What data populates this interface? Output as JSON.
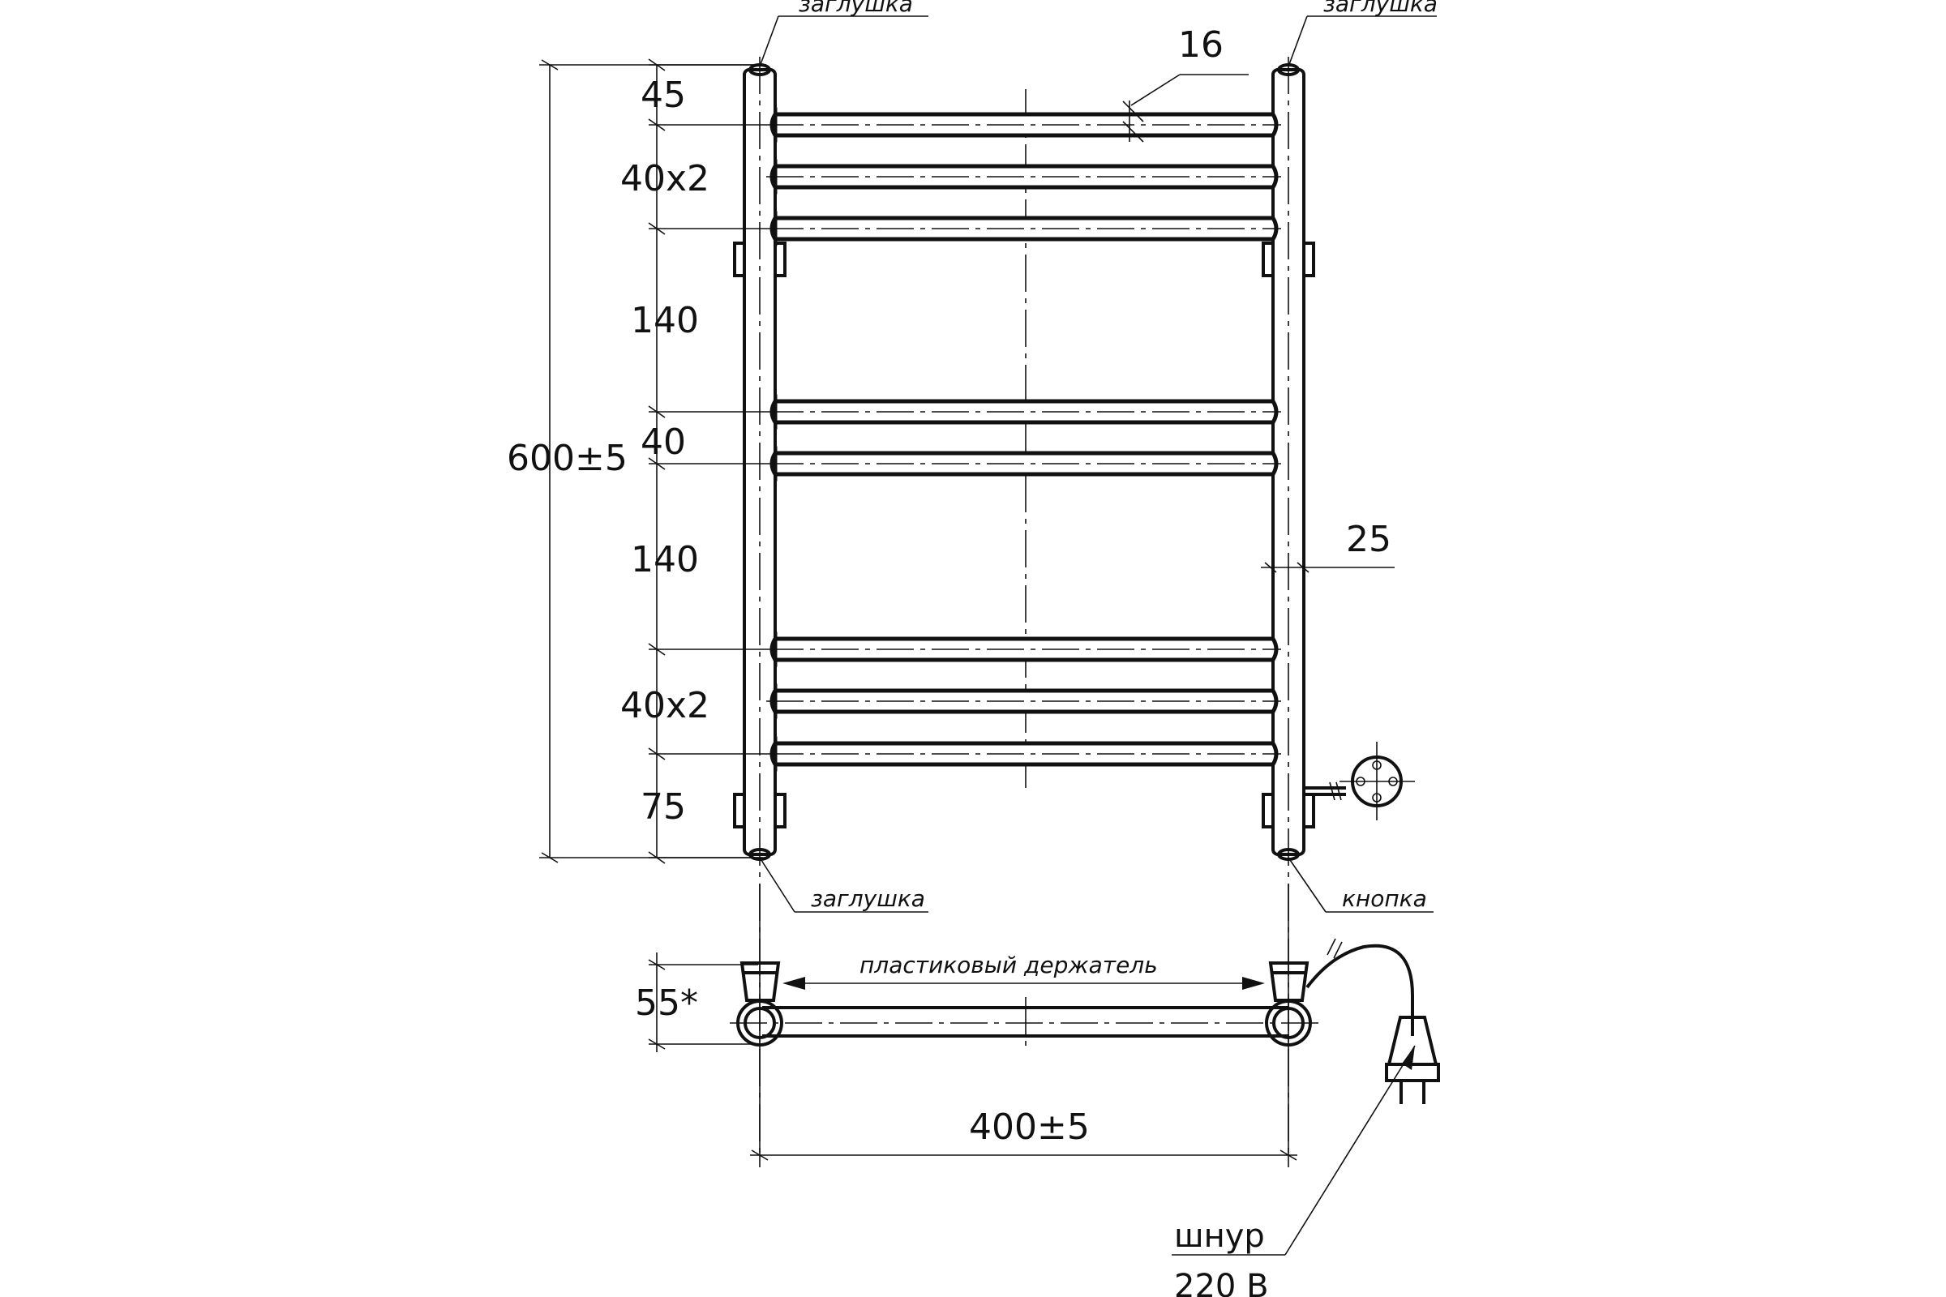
{
  "dimensions": {
    "overall_height": "600±5",
    "top_offset": "45",
    "top_pitch": "40x2",
    "top_gap": "140",
    "mid_pitch": "40",
    "mid_gap": "140",
    "bottom_pitch": "40x2",
    "bottom_offset": "75",
    "bar_diameter": "16",
    "pipe_diameter": "25",
    "wall_distance": "55*",
    "overall_width": "400±5"
  },
  "callouts": {
    "cap_top_left": "заглушка",
    "cap_top_right": "заглушка",
    "cap_bottom_left": "заглушка",
    "button": "кнопка",
    "holder": "пластиковый держатель",
    "cord": "шнур",
    "voltage": "220 В"
  }
}
